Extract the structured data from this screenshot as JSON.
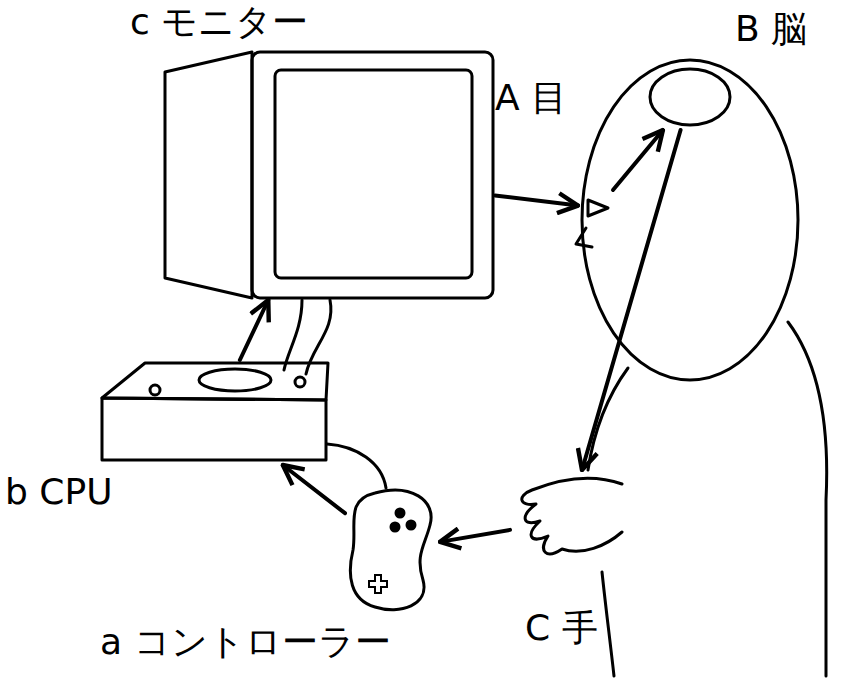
{
  "diagram": {
    "nodes": [
      {
        "text": [
          "c モニター"
        ]
      },
      {
        "text": [
          "A 目"
        ]
      },
      {
        "text": [
          "B 脳"
        ]
      },
      {
        "text": [
          "C 手"
        ]
      },
      {
        "text": [
          "a コントローラー"
        ]
      },
      {
        "text": [
          "b CPU"
        ]
      }
    ],
    "edges": [
      {
        "from": 0,
        "to": 1,
        "arrow": "to"
      },
      {
        "from": 1,
        "to": 2,
        "arrow": "to"
      },
      {
        "from": 2,
        "to": 3,
        "arrow": "to"
      },
      {
        "from": 3,
        "to": 4,
        "arrow": "to"
      },
      {
        "from": 4,
        "to": 5,
        "arrow": "to"
      },
      {
        "from": 5,
        "to": 0,
        "arrow": "to"
      }
    ]
  }
}
